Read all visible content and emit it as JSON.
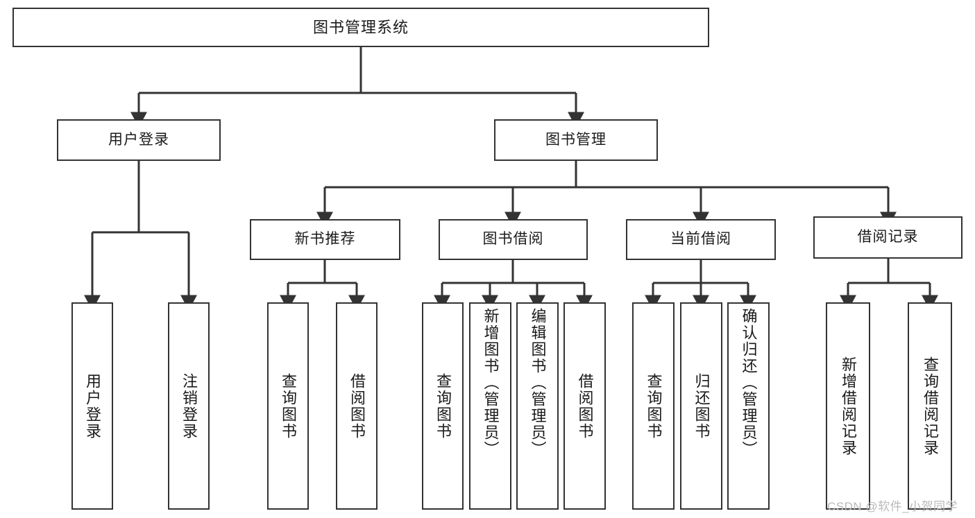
{
  "diagram": {
    "title": "图书管理系统",
    "type": "functional-structure-tree",
    "stroke_color": "#333333",
    "background_color": "#ffffff",
    "text_color": "#1a1a1a"
  },
  "nodes": {
    "root": {
      "label": "图书管理系统"
    },
    "tier2": [
      {
        "id": "user-login",
        "label": "用户登录"
      },
      {
        "id": "book-manage",
        "label": "图书管理"
      }
    ],
    "tier3": [
      {
        "id": "new-book-recommend",
        "label": "新书推荐"
      },
      {
        "id": "book-borrow",
        "label": "图书借阅"
      },
      {
        "id": "current-borrow",
        "label": "当前借阅"
      },
      {
        "id": "borrow-record",
        "label": "借阅记录"
      }
    ],
    "leaves": {
      "user_login": [
        {
          "id": "leaf-user-login",
          "label": "用户登录"
        },
        {
          "id": "leaf-logout",
          "label": "注销登录"
        }
      ],
      "new_book_recommend": [
        {
          "id": "leaf-query-book-1",
          "label": "查询图书"
        },
        {
          "id": "leaf-borrow-book-1",
          "label": "借阅图书"
        }
      ],
      "book_borrow": [
        {
          "id": "leaf-query-book-2",
          "label": "查询图书"
        },
        {
          "id": "leaf-add-book",
          "label": "新增图书（管理员）"
        },
        {
          "id": "leaf-edit-book",
          "label": "编辑图书（管理员）"
        },
        {
          "id": "leaf-borrow-book-2",
          "label": "借阅图书"
        }
      ],
      "current_borrow": [
        {
          "id": "leaf-query-book-3",
          "label": "查询图书"
        },
        {
          "id": "leaf-return-book",
          "label": "归还图书"
        },
        {
          "id": "leaf-confirm-return",
          "label": "确认归还（管理员）"
        }
      ],
      "borrow_record": [
        {
          "id": "leaf-add-record",
          "label": "新增借阅记录"
        },
        {
          "id": "leaf-query-record",
          "label": "查询借阅记录"
        }
      ]
    }
  },
  "watermark": {
    "text": "CSDN @软件_小贺同学"
  }
}
